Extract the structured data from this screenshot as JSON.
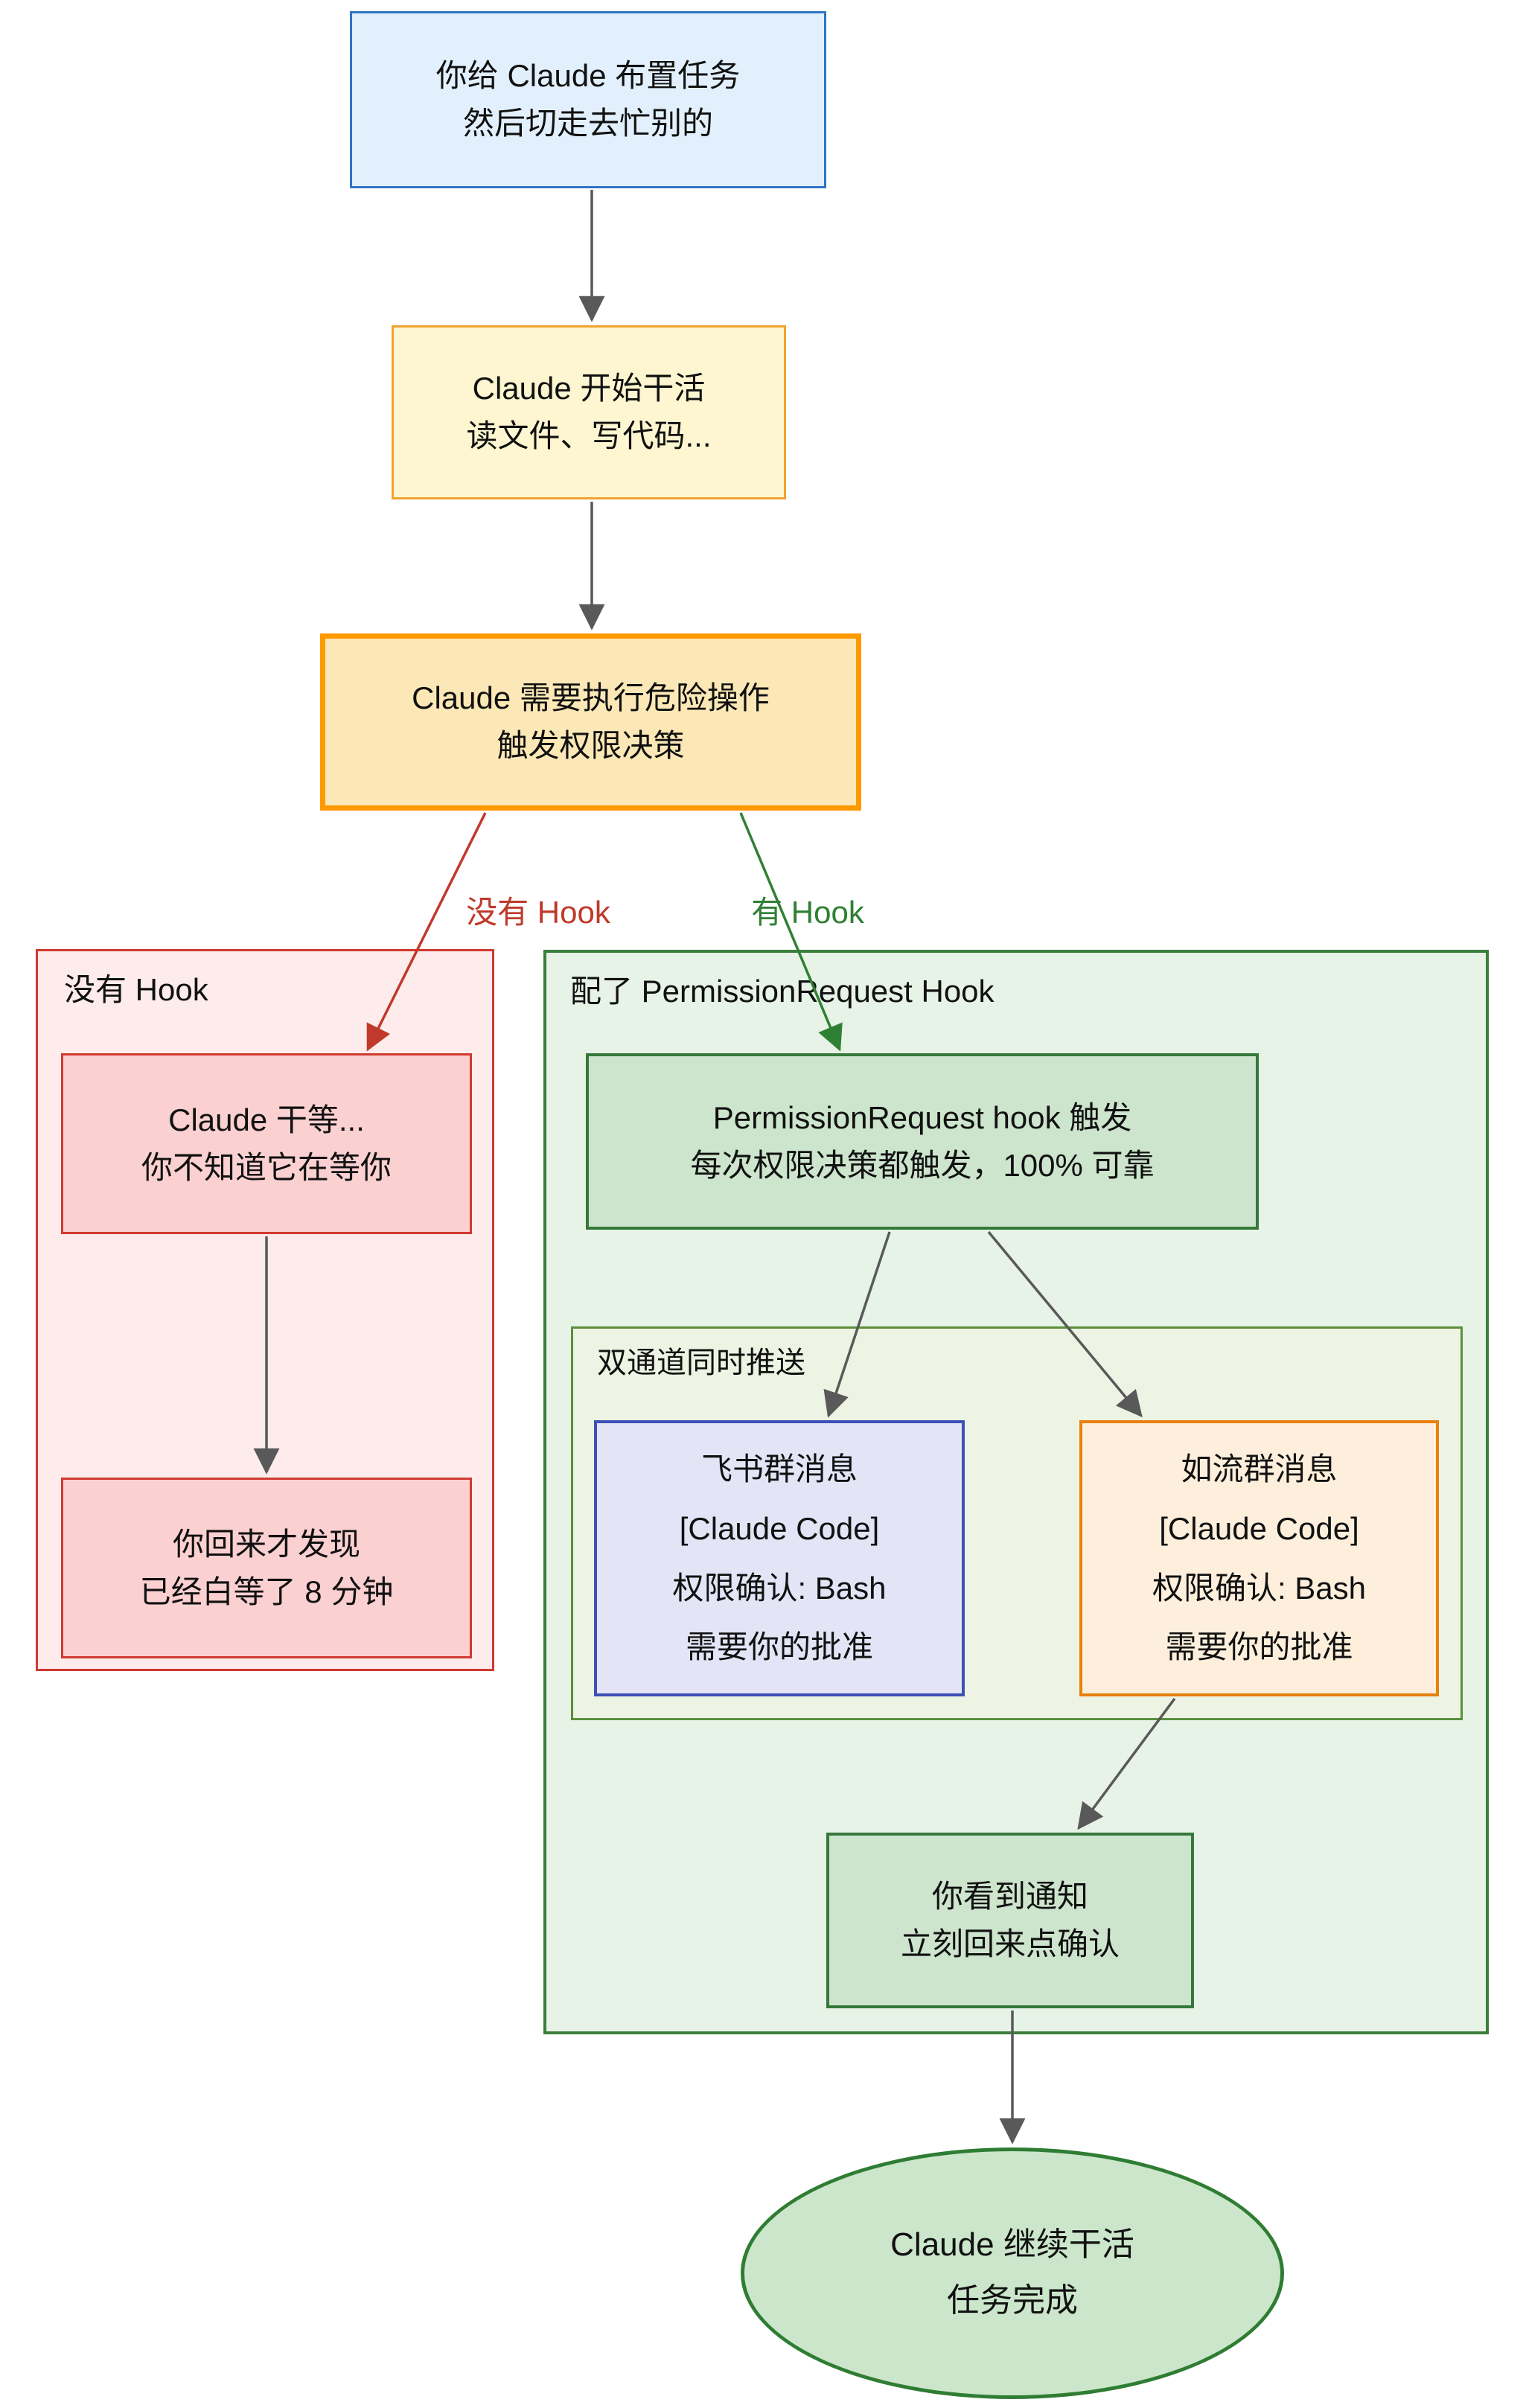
{
  "diagram": {
    "type": "flowchart",
    "direction": "top-down",
    "nodes": {
      "assign_task": {
        "lines": [
          "你给 Claude 布置任务",
          "然后切走去忙别的"
        ]
      },
      "claude_working": {
        "lines": [
          "Claude 开始干活",
          "读文件、写代码..."
        ]
      },
      "dangerous_op": {
        "lines": [
          "Claude 需要执行危险操作",
          "触发权限决策"
        ]
      },
      "claude_waiting": {
        "lines": [
          "Claude 干等...",
          "你不知道它在等你"
        ]
      },
      "wasted_wait": {
        "lines": [
          "你回来才发现",
          "已经白等了 8 分钟"
        ]
      },
      "hook_triggered": {
        "lines": [
          "PermissionRequest hook 触发",
          "每次权限决策都触发，100% 可靠"
        ]
      },
      "feishu_message": {
        "lines": [
          "飞书群消息",
          "[Claude Code]",
          "权限确认: Bash",
          "需要你的批准"
        ]
      },
      "ruliu_message": {
        "lines": [
          "如流群消息",
          "[Claude Code]",
          "权限确认: Bash",
          "需要你的批准"
        ]
      },
      "see_notice": {
        "lines": [
          "你看到通知",
          "立刻回来点确认"
        ]
      },
      "task_done": {
        "lines": [
          "Claude 继续干活",
          "任务完成"
        ]
      }
    },
    "subgraphs": {
      "no_hook": {
        "title": "没有 Hook"
      },
      "with_hook": {
        "title": "配了 PermissionRequest Hook"
      },
      "dual_channel": {
        "title": "双通道同时推送"
      }
    },
    "edge_labels": {
      "no_hook": "没有 Hook",
      "has_hook": "有 Hook"
    },
    "colors": {
      "assign_fill": "#e2f0fd",
      "assign_border": "#2e75c6",
      "working_fill": "#fdf6d0",
      "working_border": "#f0a330",
      "danger_fill": "#fbe8b6",
      "danger_border": "#ff9900",
      "no_hook_bg": "#fdeceb",
      "no_hook_border": "#d03a30",
      "no_hook_node_fill": "#fbd0d1",
      "with_hook_bg": "#e7f3e7",
      "with_hook_border": "#3b7e3c",
      "green_node_fill": "#cde4cd",
      "green_node_border": "#35793b",
      "dual_channel_bg": "#eef4e3",
      "dual_channel_border": "#5a8f3d",
      "feishu_fill": "#e3e4f6",
      "feishu_border": "#3d50b4",
      "ruliu_fill": "#fdefdc",
      "ruliu_border": "#e8800f",
      "done_fill": "#cbe6cb",
      "done_border": "#2f7d33",
      "edge_gray": "#595959",
      "edge_red": "#c0392b",
      "edge_green": "#2f8034",
      "text": "#111111"
    }
  }
}
